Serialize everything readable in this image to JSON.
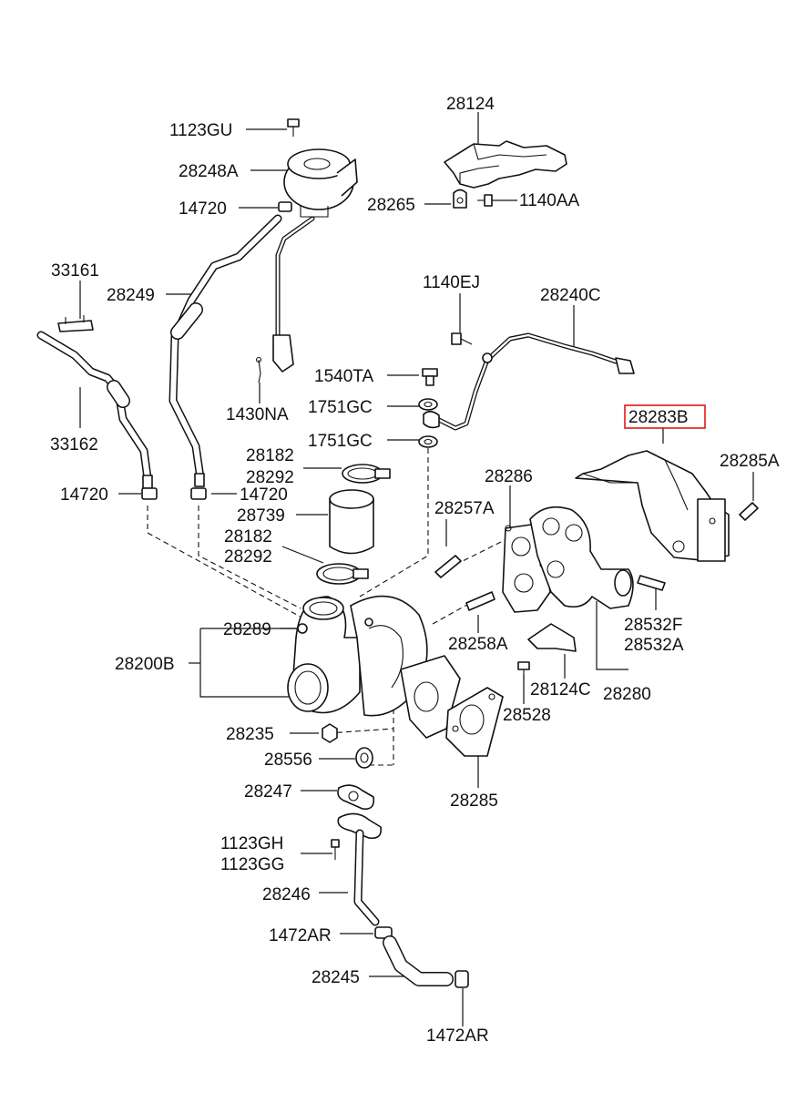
{
  "diagram": {
    "highlight_color": "#e01818",
    "line_color": "#111111",
    "labels": {
      "l_28124": "28124",
      "l_1123GU": "1123GU",
      "l_28248A": "28248A",
      "l_14720_top": "14720",
      "l_28265": "28265",
      "l_1140AA": "1140AA",
      "l_33161": "33161",
      "l_28249": "28249",
      "l_1140EJ": "1140EJ",
      "l_28240C": "28240C",
      "l_1540TA": "1540TA",
      "l_1751GC_a": "1751GC",
      "l_1430NA": "1430NA",
      "l_28283B": "28283B",
      "l_33162": "33162",
      "l_1751GC_b": "1751GC",
      "l_28182_a": "28182",
      "l_28292_a": "28292",
      "l_28285A": "28285A",
      "l_28286": "28286",
      "l_14720_left": "14720",
      "l_14720_mid": "14720",
      "l_28739": "28739",
      "l_28257A": "28257A",
      "l_28182_b": "28182",
      "l_28292_b": "28292",
      "l_28532F": "28532F",
      "l_28289": "28289",
      "l_28532A": "28532A",
      "l_28258A": "28258A",
      "l_28200B": "28200B",
      "l_28124C": "28124C",
      "l_28280": "28280",
      "l_28528": "28528",
      "l_28235": "28235",
      "l_28556": "28556",
      "l_28285": "28285",
      "l_28247": "28247",
      "l_1123GH": "1123GH",
      "l_1123GG": "1123GG",
      "l_28246": "28246",
      "l_1472AR_a": "1472AR",
      "l_28245": "28245",
      "l_1472AR_b": "1472AR"
    }
  }
}
